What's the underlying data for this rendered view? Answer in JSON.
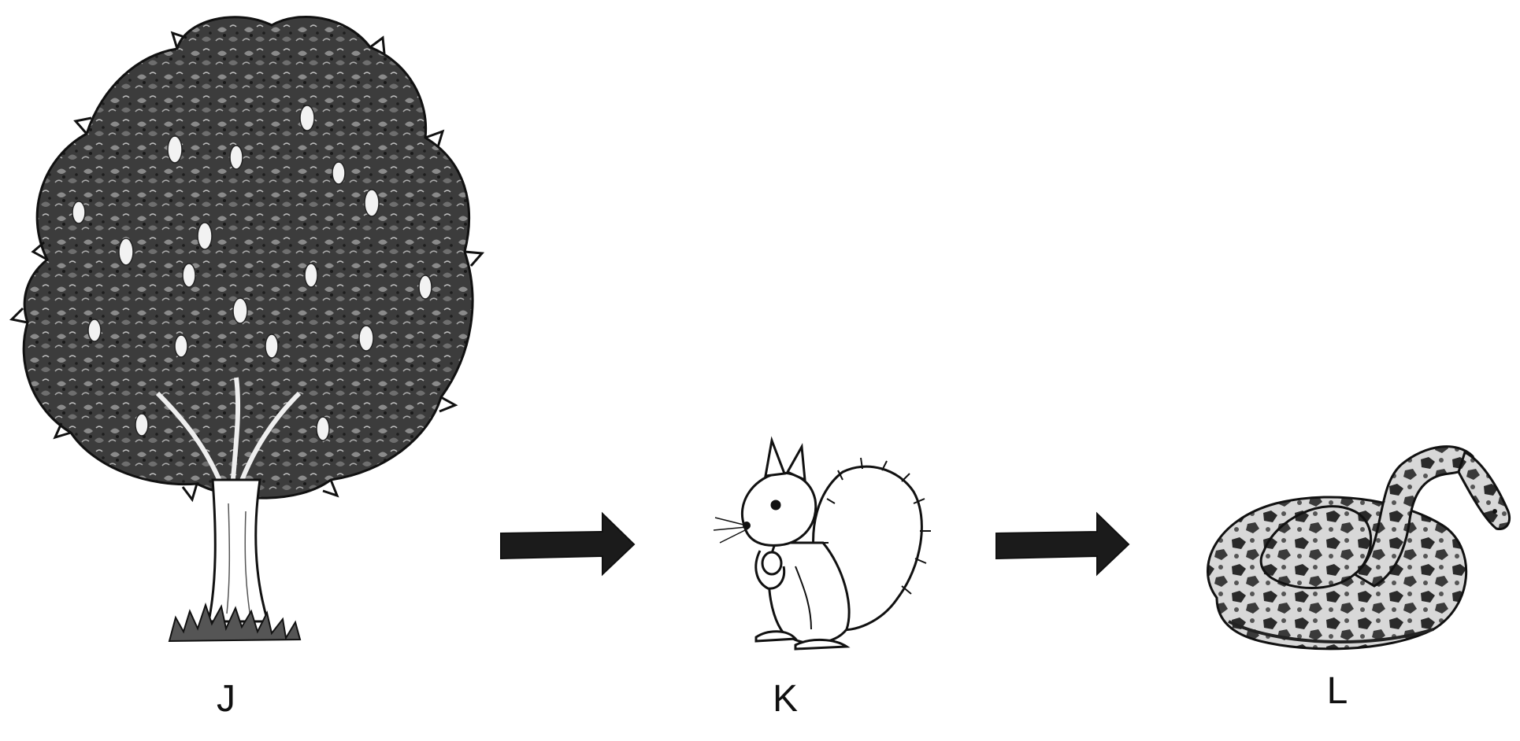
{
  "food_chain": {
    "organisms": [
      {
        "label": "J",
        "icon": "tree-icon"
      },
      {
        "label": "K",
        "icon": "squirrel-icon"
      },
      {
        "label": "L",
        "icon": "snake-icon"
      }
    ],
    "arrows": [
      {
        "from": "J",
        "to": "K"
      },
      {
        "from": "K",
        "to": "L"
      }
    ]
  },
  "colors": {
    "ink": "#111111",
    "background": "#ffffff"
  }
}
